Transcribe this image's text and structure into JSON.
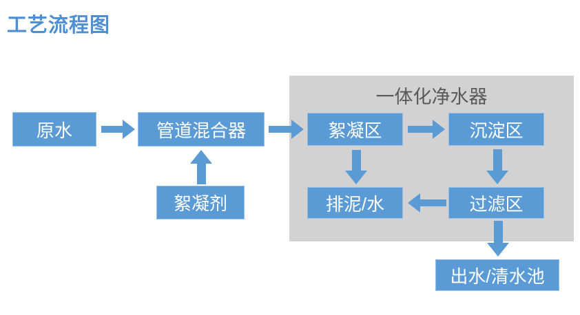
{
  "title": "工艺流程图",
  "colors": {
    "box": "#5B9BD5",
    "box_text": "#FFFFFF",
    "container": "#D2D2D2",
    "title": "#4E8FD1",
    "container_label": "#595959",
    "page_bg": "#FFFFFF"
  },
  "container": {
    "label": "一体化净水器"
  },
  "nodes": {
    "raw_water": {
      "label": "原水"
    },
    "pipeline_mixer": {
      "label": "管道混合器"
    },
    "flocculant": {
      "label": "絮凝剂"
    },
    "flocculation_zone": {
      "label": "絮凝区"
    },
    "sedimentation_zone": {
      "label": "沉淀区"
    },
    "sludge_water_discharge": {
      "label": "排泥/水"
    },
    "filtration_zone": {
      "label": "过滤区"
    },
    "effluent_clear_water_pool": {
      "label": "出水/清水池"
    }
  },
  "edges": [
    {
      "from": "raw_water",
      "to": "pipeline_mixer",
      "direction": "right"
    },
    {
      "from": "pipeline_mixer",
      "to": "flocculation_zone",
      "direction": "right"
    },
    {
      "from": "flocculation_zone",
      "to": "sedimentation_zone",
      "direction": "right"
    },
    {
      "from": "flocculant",
      "to": "pipeline_mixer",
      "direction": "up"
    },
    {
      "from": "flocculation_zone",
      "to": "sludge_water_discharge",
      "direction": "down"
    },
    {
      "from": "sedimentation_zone",
      "to": "filtration_zone",
      "direction": "down"
    },
    {
      "from": "filtration_zone",
      "to": "sludge_water_discharge",
      "direction": "left"
    },
    {
      "from": "filtration_zone",
      "to": "effluent_clear_water_pool",
      "direction": "down"
    }
  ]
}
